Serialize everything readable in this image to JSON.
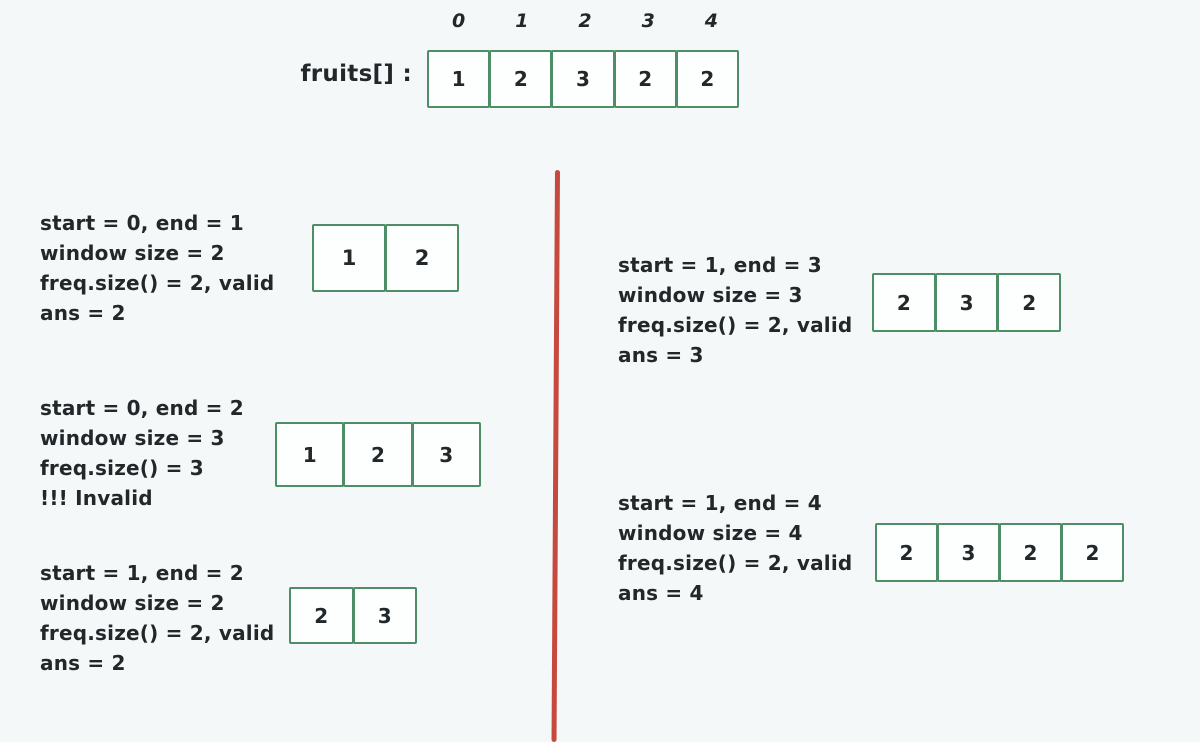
{
  "colors": {
    "background": "#f4f8f9",
    "box_stroke_green": "#4e8e66",
    "divider_red": "#c5493d",
    "ink": "#22272a"
  },
  "array": {
    "label": "fruits[] :",
    "indices": [
      "0",
      "1",
      "2",
      "3",
      "4"
    ],
    "cells": [
      "1",
      "2",
      "3",
      "2",
      "2"
    ]
  },
  "left_steps": [
    {
      "lines": [
        "start = 0, end = 1",
        "window size = 2",
        "freq.size() = 2, valid",
        "ans = 2"
      ],
      "window": [
        "1",
        "2"
      ]
    },
    {
      "lines": [
        "start = 0, end = 2",
        "window size = 3",
        "freq.size() = 3",
        "!!! Invalid"
      ],
      "window": [
        "1",
        "2",
        "3"
      ]
    },
    {
      "lines": [
        "start = 1, end = 2",
        "window size = 2",
        "freq.size() = 2, valid",
        "ans = 2"
      ],
      "window": [
        "2",
        "3"
      ]
    }
  ],
  "right_steps": [
    {
      "lines": [
        "start = 1, end = 3",
        "window size = 3",
        "freq.size() = 2, valid",
        "ans = 3"
      ],
      "window": [
        "2",
        "3",
        "2"
      ]
    },
    {
      "lines": [
        "start = 1, end = 4",
        "window size = 4",
        "freq.size() = 2, valid",
        "ans = 4"
      ],
      "window": [
        "2",
        "3",
        "2",
        "2"
      ]
    }
  ]
}
